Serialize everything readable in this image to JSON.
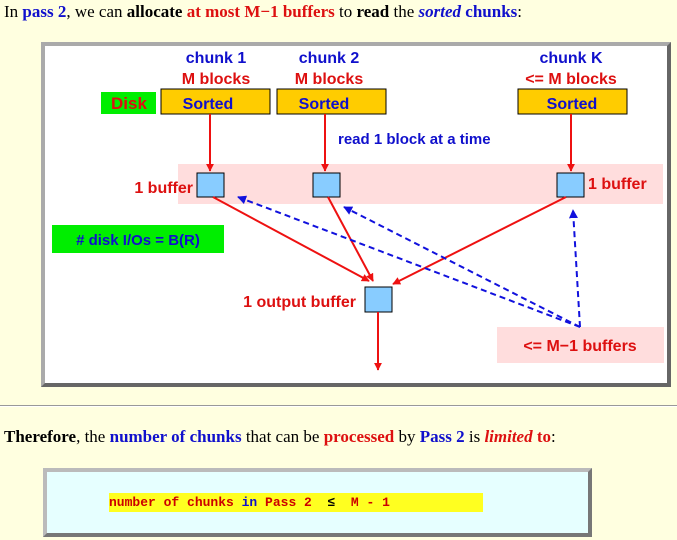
{
  "intro": {
    "p1": "In ",
    "p2": "pass 2",
    "p3": ", we can ",
    "p4": "allocate",
    "p5": " ",
    "p6": "at most M−1 buffers",
    "p7": " to ",
    "p8": "read",
    "p9": " the ",
    "p10": "sorted",
    "p11": " ",
    "p12": "chunks",
    "p13": ":"
  },
  "diagram": {
    "chunk1_title": "chunk 1",
    "chunk1_size": "M blocks",
    "chunk2_title": "chunk 2",
    "chunk2_size": "M blocks",
    "chunkK_title": "chunk K",
    "chunkK_size": "<= M blocks",
    "disk_label": "Disk",
    "sorted_label": "Sorted",
    "read_label": "read 1 block at a time",
    "buffer_left_label": "1 buffer",
    "buffer_right_label": "1 buffer",
    "io_label": "# disk I/Os = B(R)",
    "output_label": "1 output buffer",
    "buffers_label": "<= M−1 buffers"
  },
  "conclusion": {
    "p1": "Therefore",
    "p2": ", the ",
    "p3": "number of chunks",
    "p4": " that can be ",
    "p5": "processed",
    "p6": " by ",
    "p7": "Pass 2",
    "p8": " is ",
    "p9": "limited",
    "p10": " ",
    "p11": "to",
    "p12": ":"
  },
  "code": {
    "a": "number of chunks ",
    "b": "in",
    "c": " Pass 2  ",
    "d": "≤",
    "e": "  M - 1"
  },
  "colors": {
    "blue_text": "#1010cc",
    "red_text": "#dd1010",
    "sorted_box": "#ffcc00",
    "buffer_box": "#88ccff",
    "pink_band": "#ffdddd",
    "green_box": "#00ee00"
  }
}
